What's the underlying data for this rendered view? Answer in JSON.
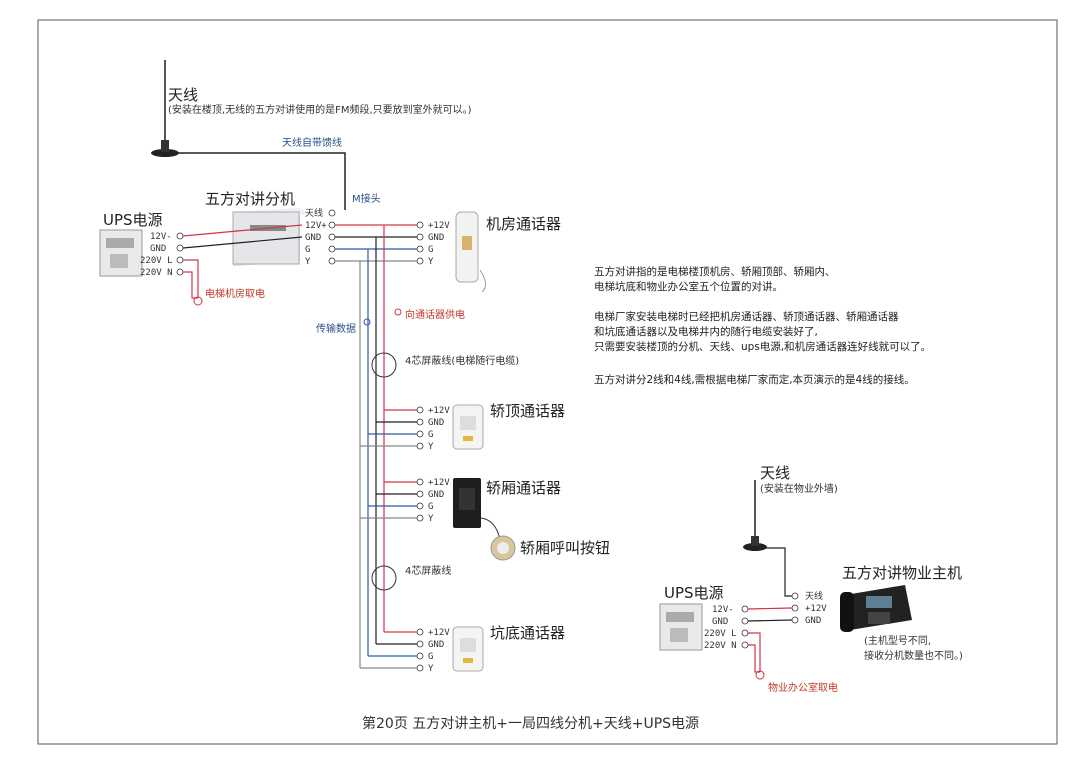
{
  "colors": {
    "red": "#d0354a",
    "blue": "#2a5aa8",
    "black": "#222222",
    "gray": "#888888"
  },
  "antenna_top": {
    "title": "天线",
    "note": "(安装在楼顶,无线的五方对讲使用的是FM频段,只要放到室外就可以。)"
  },
  "antenna_cable_label": "天线自带馈线",
  "m_connector_label": "M接头",
  "main_unit": {
    "title": "五方对讲分机",
    "left_terminals": [
      "天线",
      "12V+",
      "GND",
      "G",
      "Y"
    ],
    "right_terminals": [
      "+12V",
      "GND",
      "G",
      "Y"
    ]
  },
  "ups_top": {
    "title": "UPS电源",
    "terminals": [
      "12V-",
      "GND",
      "220V L",
      "220V N"
    ],
    "power_label": "电梯机房取电"
  },
  "machine_room": {
    "title": "机房通话器",
    "terminals": [
      "+12V",
      "GND",
      "G",
      "Y"
    ]
  },
  "labels": {
    "data_transfer": "传输数据",
    "intercom_power": "向通话器供电",
    "cable1": "4芯屏蔽线(电梯随行电缆)",
    "cable2": "4芯屏蔽线"
  },
  "car_top": {
    "title": "轿顶通话器",
    "terminals": [
      "+12V",
      "GND",
      "G",
      "Y"
    ]
  },
  "car_inside": {
    "title": "轿厢通话器",
    "terminals": [
      "+12V",
      "GND",
      "G",
      "Y"
    ],
    "button": "轿厢呼叫按钮"
  },
  "pit": {
    "title": "坑底通话器",
    "terminals": [
      "+12V",
      "GND",
      "G",
      "Y"
    ]
  },
  "description": [
    "五方对讲指的是电梯楼顶机房、轿厢顶部、轿厢内、",
    "电梯坑底和物业办公室五个位置的对讲。",
    "电梯厂家安装电梯时已经把机房通话器、轿顶通话器、轿厢通话器",
    "和坑底通话器以及电梯井内的随行电缆安装好了,",
    "只需要安装楼顶的分机、天线、ups电源,和机房通话器连好线就可以了。",
    "五方对讲分2线和4线,需根据电梯厂家而定,本页演示的是4线的接线。"
  ],
  "antenna_bottom": {
    "title": "天线",
    "note": "(安装在物业外墙)"
  },
  "property_host": {
    "title": "五方对讲物业主机",
    "terminals": [
      "天线",
      "+12V",
      "GND"
    ],
    "note1": "(主机型号不同,",
    "note2": "接收分机数量也不同。)"
  },
  "ups_bottom": {
    "title": "UPS电源",
    "terminals": [
      "12V-",
      "GND",
      "220V L",
      "220V N"
    ],
    "power_label": "物业办公室取电"
  },
  "page_title": "第20页 五方对讲主机+一局四线分机+天线+UPS电源"
}
